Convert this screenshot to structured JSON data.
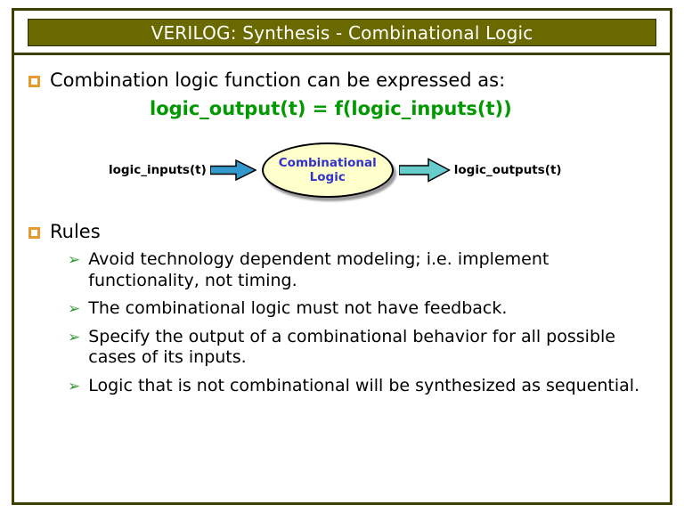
{
  "title": "VERILOG: Synthesis - Combinational Logic",
  "intro": {
    "text": "Combination logic function can be expressed as:",
    "formula": "logic_output(t) = f(logic_inputs(t))"
  },
  "diagram": {
    "input_label": "logic_inputs(t)",
    "block_line1": "Combinational",
    "block_line2": "Logic",
    "output_label": "logic_outputs(t)"
  },
  "rules": {
    "title": "Rules",
    "items": [
      "Avoid technology dependent modeling; i.e. implement functionality, not timing.",
      "The combinational logic must not have feedback.",
      "Specify the output of a combinational behavior for all possible cases of its inputs.",
      "Logic that is not combinational will be synthesized as sequential."
    ]
  },
  "icons": {
    "square_bullet": "square-outline",
    "sub_bullet": "➢"
  },
  "colors": {
    "slide_border": "#3f3f00",
    "title_bar_bg": "#696900",
    "title_text": "#ffffff",
    "formula_green": "#009900",
    "bullet_square": "#e59b30",
    "sub_bullet_green": "#339933",
    "ellipse_fill": "#ffffcc",
    "ellipse_border": "#000000",
    "ellipse_text": "#3333cc",
    "input_arrow_fill": "#3399cc",
    "output_arrow_fill": "#66cccc"
  }
}
